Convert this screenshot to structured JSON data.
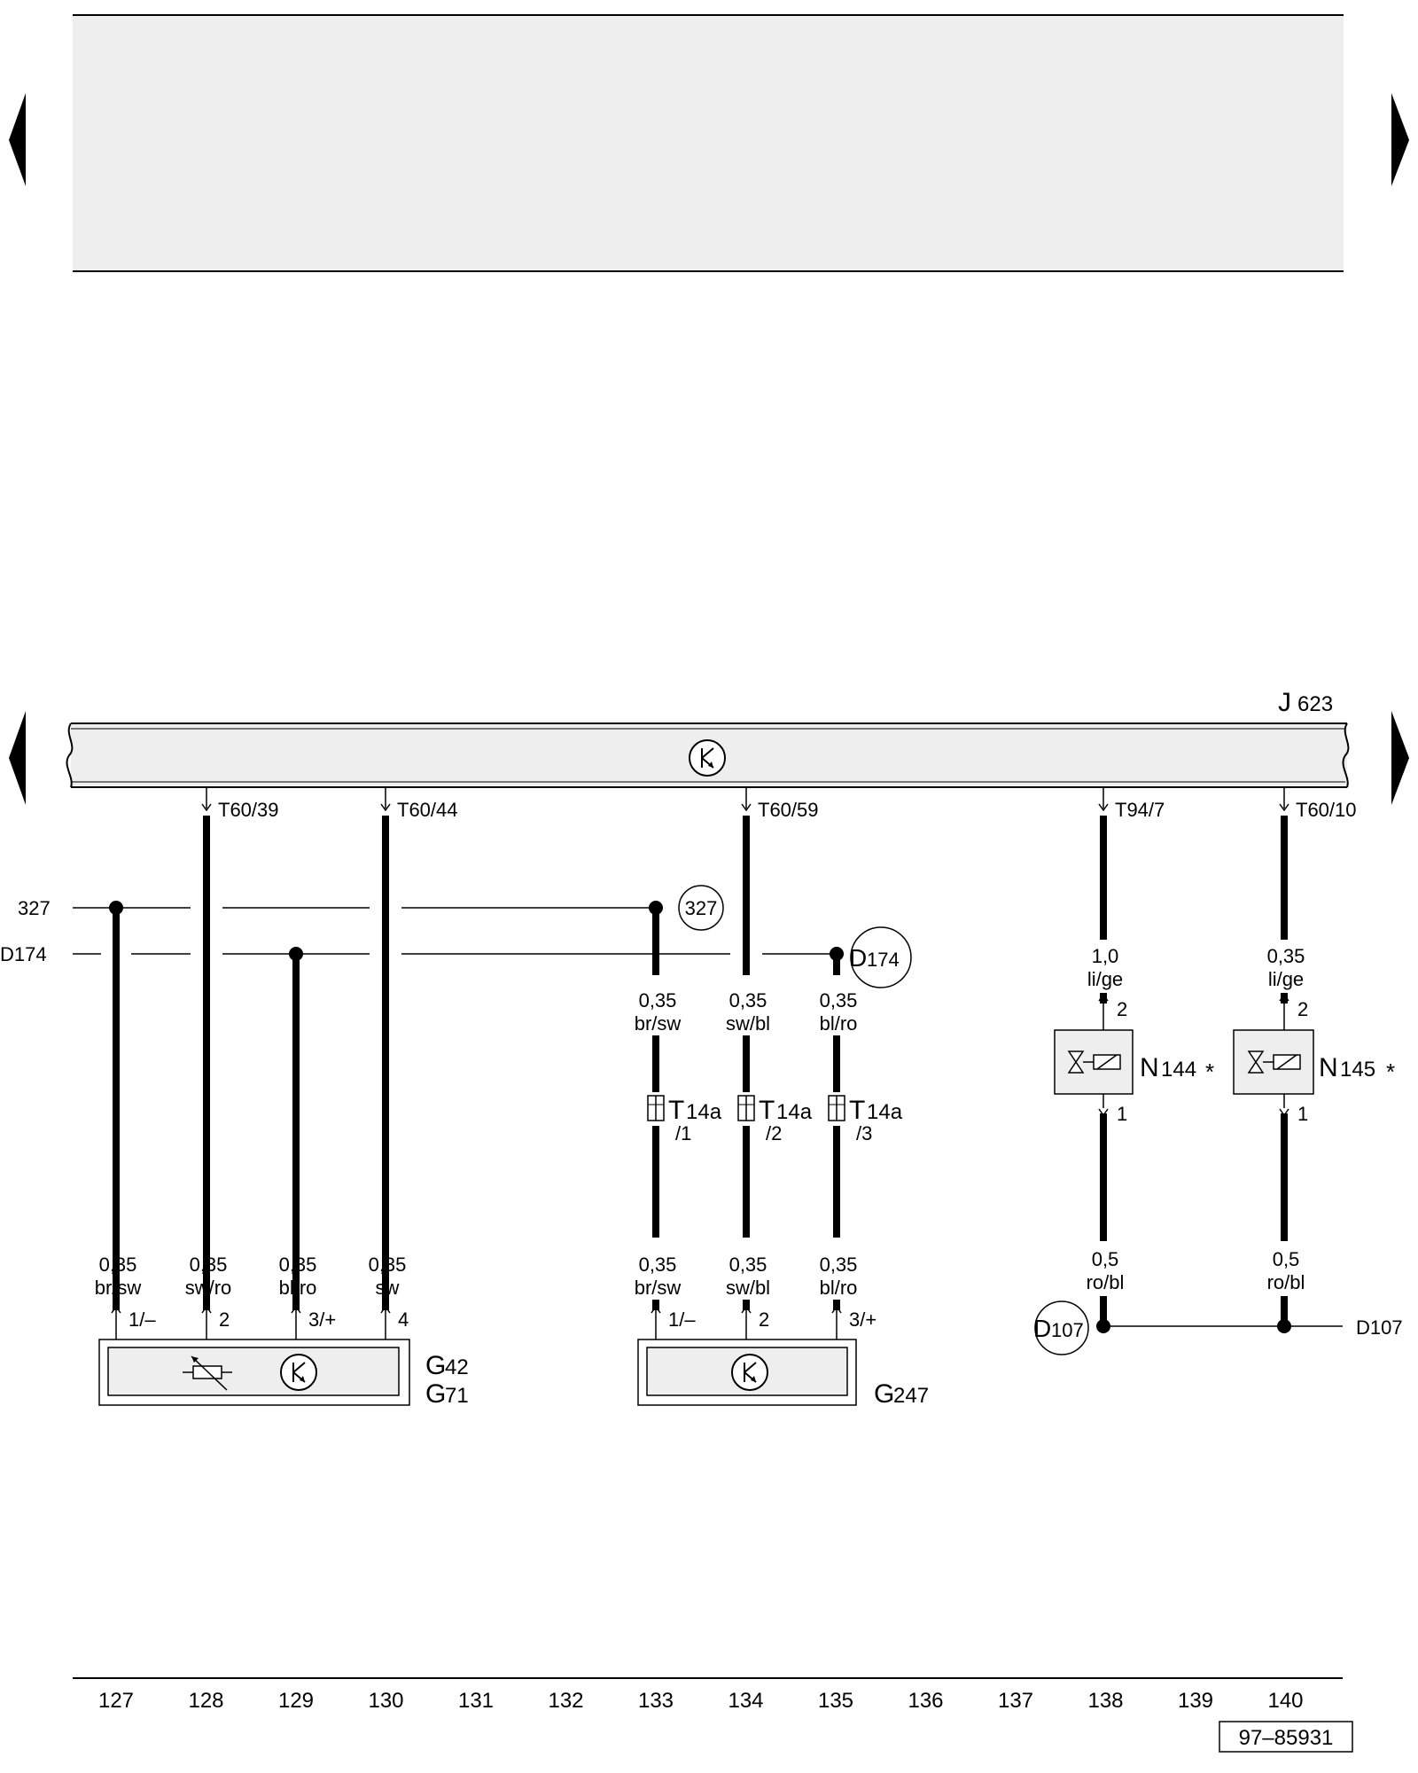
{
  "ecu": {
    "label": "J",
    "sub": "623"
  },
  "ecu_pins": [
    {
      "label": "T60/39"
    },
    {
      "label": "T60/44"
    },
    {
      "label": "T60/59"
    },
    {
      "label": "T94/7"
    },
    {
      "label": "T60/10"
    }
  ],
  "junctions": {
    "left_327": "327",
    "left_d174": "D174",
    "circ_327": "327",
    "circ_d174_prefix": "D",
    "circ_d174_sub": "174",
    "circ_d107_prefix": "D",
    "circ_d107_sub": "107",
    "right_d107": "D107"
  },
  "wire_labels": {
    "g42_1": {
      "size": "0,35",
      "color": "br/sw"
    },
    "g42_2": {
      "size": "0,35",
      "color": "sw/ro"
    },
    "g42_3": {
      "size": "0,35",
      "color": "bl/ro"
    },
    "g42_4": {
      "size": "0,35",
      "color": "sw"
    },
    "w133_top": {
      "size": "0,35",
      "color": "br/sw"
    },
    "w134_top": {
      "size": "0,35",
      "color": "sw/bl"
    },
    "w135_top": {
      "size": "0,35",
      "color": "bl/ro"
    },
    "w133_bot": {
      "size": "0,35",
      "color": "br/sw"
    },
    "w134_bot": {
      "size": "0,35",
      "color": "sw/bl"
    },
    "w135_bot": {
      "size": "0,35",
      "color": "bl/ro"
    },
    "n144_top": {
      "size": "1,0",
      "color": "li/ge"
    },
    "n145_top": {
      "size": "0,35",
      "color": "li/ge"
    },
    "n144_bot": {
      "size": "0,5",
      "color": "ro/bl"
    },
    "n145_bot": {
      "size": "0,5",
      "color": "ro/bl"
    }
  },
  "connector": {
    "t14a_1": {
      "name": "T",
      "sub": "14a",
      "pin": "/1"
    },
    "t14a_2": {
      "name": "T",
      "sub": "14a",
      "pin": "/2"
    },
    "t14a_3": {
      "name": "T",
      "sub": "14a",
      "pin": "/3"
    }
  },
  "pins": {
    "g42_1": "1/–",
    "g42_2": "2",
    "g42_3": "3/+",
    "g42_4": "4",
    "g247_1": "1/–",
    "g247_2": "2",
    "g247_3": "3/+",
    "n144_2": "2",
    "n144_1": "1",
    "n145_2": "2",
    "n145_1": "1"
  },
  "components": {
    "g42": {
      "l": "G",
      "s": "42"
    },
    "g71": {
      "l": "G",
      "s": "71"
    },
    "g247": {
      "l": "G",
      "s": "247"
    },
    "n144": {
      "l": "N",
      "s": "144",
      "mark": "*"
    },
    "n145": {
      "l": "N",
      "s": "145",
      "mark": "*"
    }
  },
  "tracks": [
    "127",
    "128",
    "129",
    "130",
    "131",
    "132",
    "133",
    "134",
    "135",
    "136",
    "137",
    "138",
    "139",
    "140"
  ],
  "figure_id": "97–85931",
  "icons": [
    "nav-left-icon",
    "nav-right-icon",
    "sensor-symbol-icon",
    "variable-resistor-icon",
    "solenoid-valve-icon"
  ]
}
